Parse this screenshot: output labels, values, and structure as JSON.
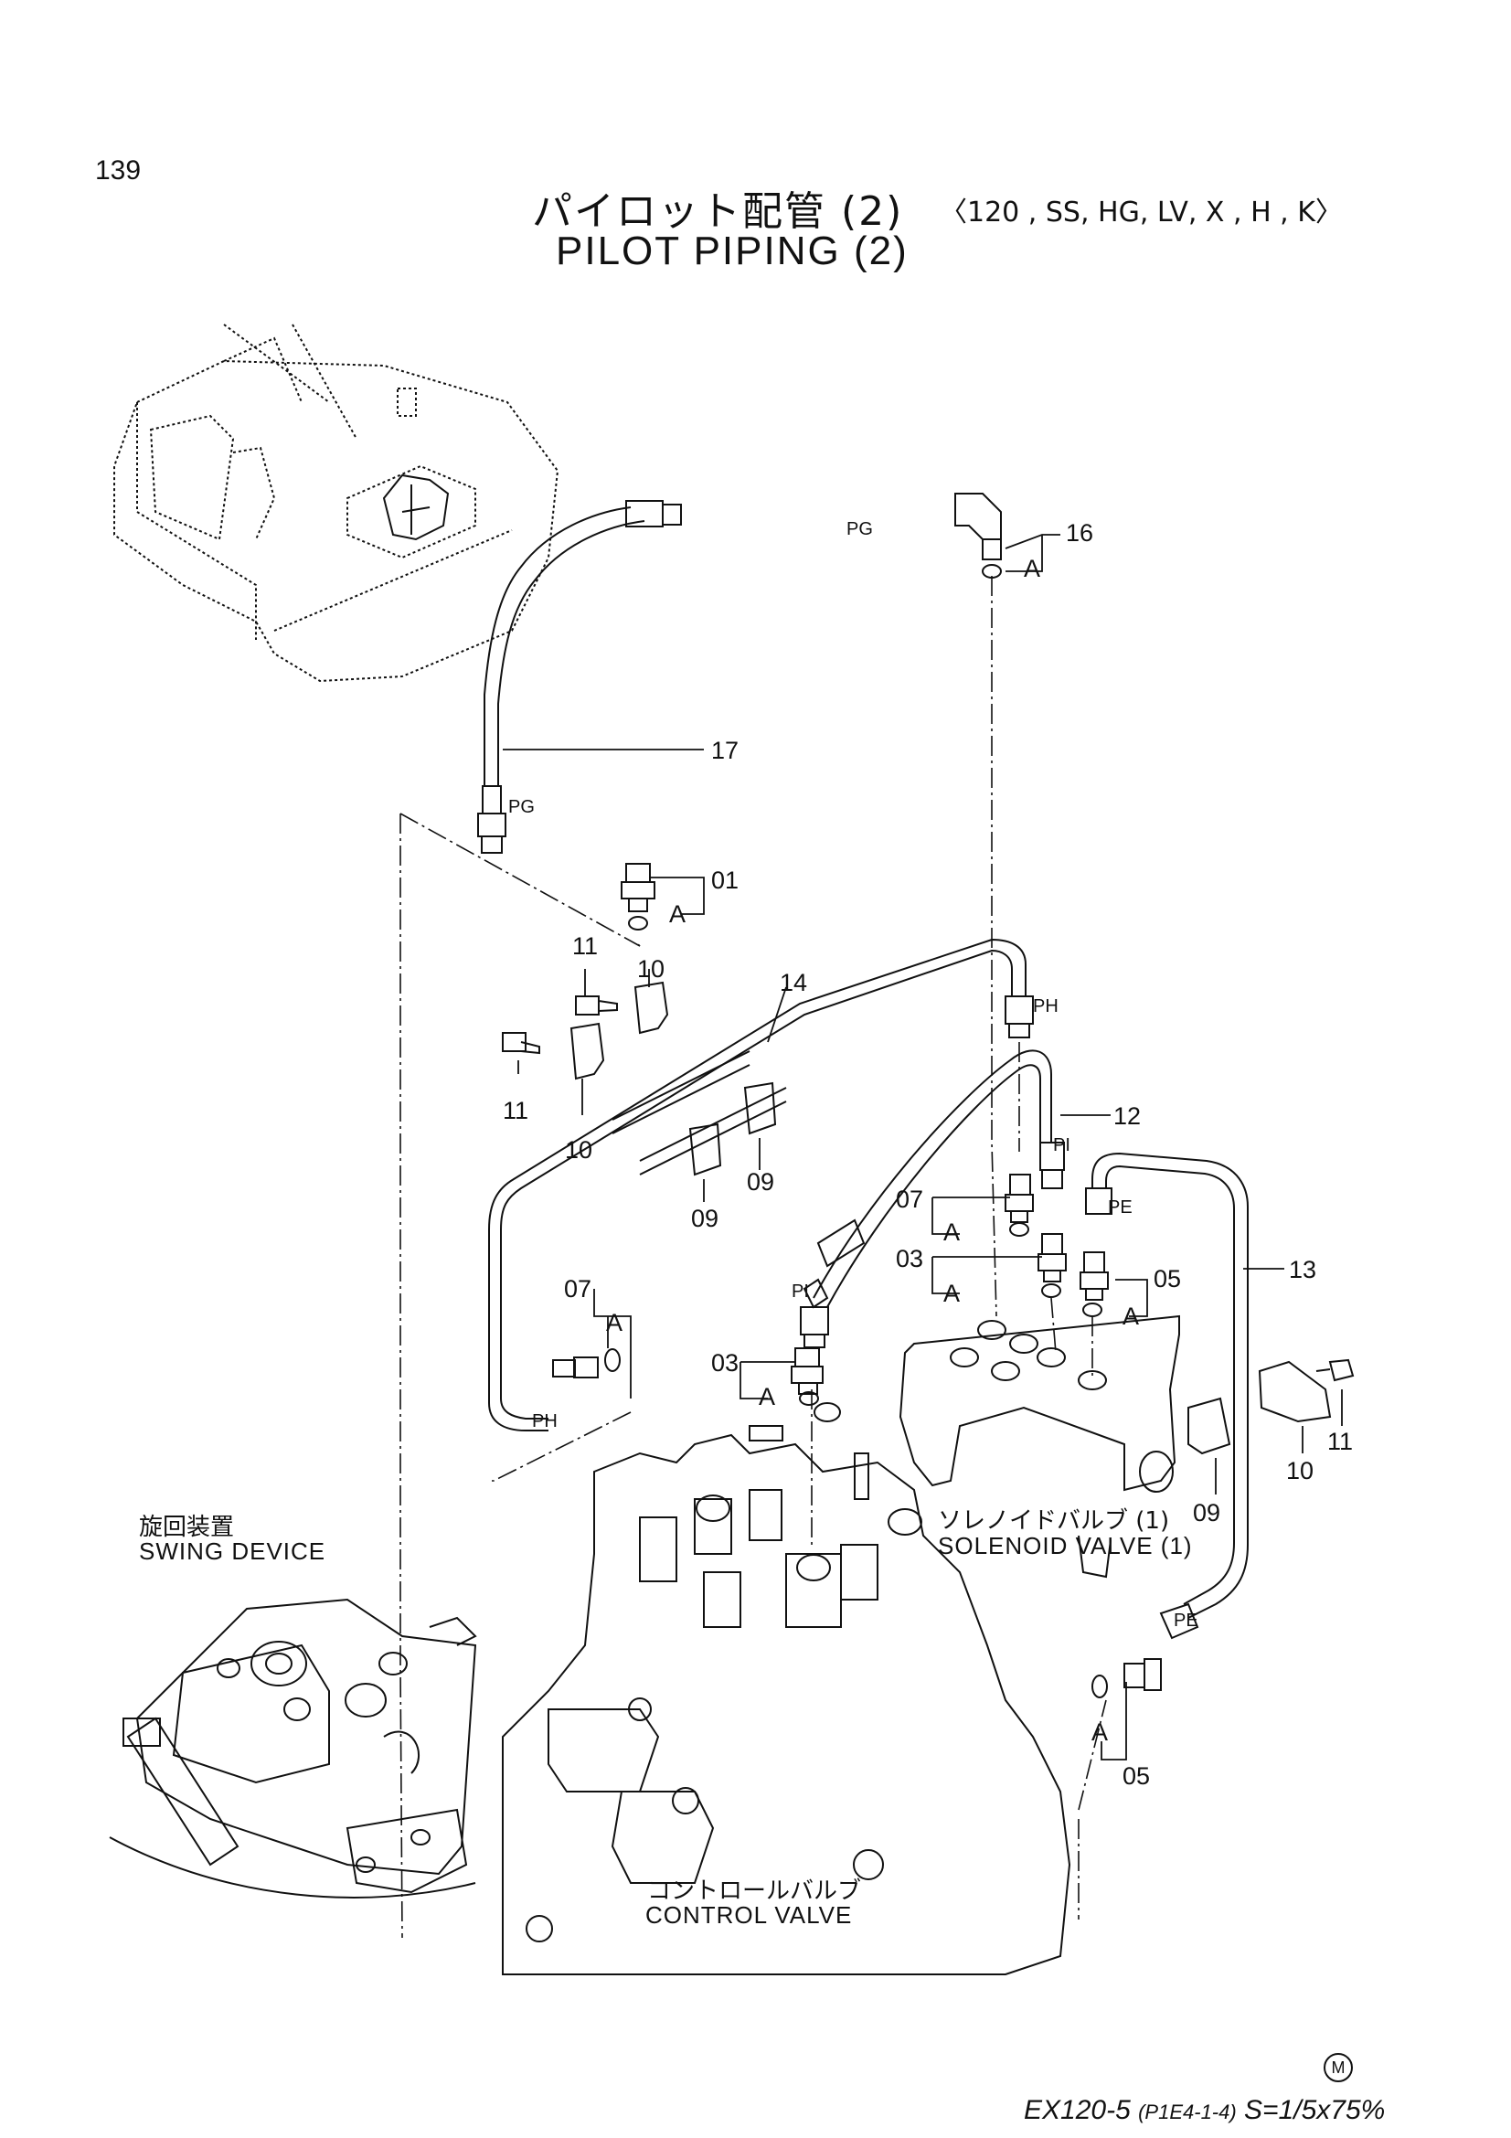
{
  "page_number": "139",
  "title_jp": "パイロット配管 (2)",
  "title_models": "〈120 , SS, HG, LV, X , H , K〉",
  "title_en": "PILOT PIPING (2)",
  "callouts": {
    "c16": "16",
    "c17": "17",
    "c01": "01",
    "c11a": "11",
    "c10a": "10",
    "c14": "14",
    "c11b": "11",
    "c10b": "10",
    "c09a": "09",
    "c09b": "09",
    "c12": "12",
    "c07a": "07",
    "c03a": "03",
    "c05a": "05",
    "c13": "13",
    "c07b": "07",
    "c03b": "03",
    "c11c": "11",
    "c10c": "10",
    "c09c": "09",
    "c05b": "05"
  },
  "port_labels": {
    "pg1": "PG",
    "pg2": "PG",
    "ph1": "PH",
    "ph2": "PH",
    "pi1": "PI",
    "pi2": "PI",
    "pe1": "PE",
    "pe2": "PE"
  },
  "group_tags": {
    "a1": "A",
    "a2": "A",
    "a3": "A",
    "a4": "A",
    "a5": "A",
    "a6": "A",
    "a7": "A",
    "a8": "A"
  },
  "components": {
    "solenoid_jp": "ソレノイドバルブ (1)",
    "solenoid_en": "SOLENOID VALVE (1)",
    "swing_jp": "旋回装置",
    "swing_en": "SWING DEVICE",
    "control_jp": "コントロールバルブ",
    "control_en": "CONTROL VALVE"
  },
  "footer": {
    "model": "EX120-5",
    "code": "(P1E4-1-4)",
    "scale": "S=1/5x75%",
    "mark": "M"
  }
}
